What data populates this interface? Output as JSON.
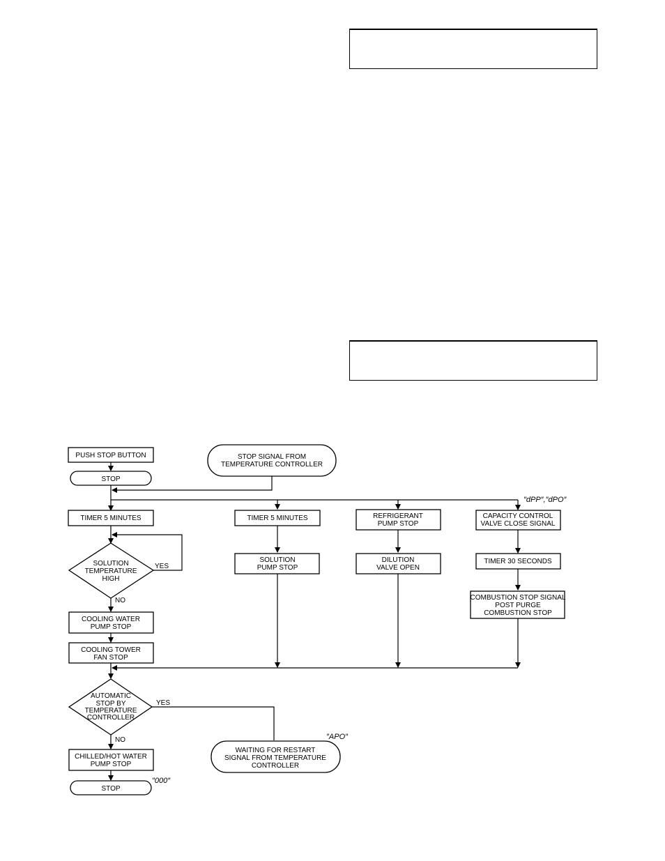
{
  "flowchart": {
    "nodes": {
      "push_stop": [
        "PUSH STOP BUTTON"
      ],
      "stop1": [
        "STOP"
      ],
      "stop_signal": [
        "STOP SIGNAL FROM",
        "TEMPERATURE CONTROLLER"
      ],
      "timer5_a": [
        "TIMER 5 MINUTES"
      ],
      "timer5_b": [
        "TIMER 5 MINUTES"
      ],
      "refrig_pump_stop": [
        "REFRIGERANT",
        "PUMP STOP"
      ],
      "capacity_valve": [
        "CAPACITY CONTROL",
        "VALVE CLOSE SIGNAL"
      ],
      "solution_temp": [
        "SOLUTION",
        "TEMPERATURE",
        "HIGH"
      ],
      "solution_pump_stop": [
        "SOLUTION",
        "PUMP STOP"
      ],
      "dilution_valve": [
        "DILUTION",
        "VALVE OPEN"
      ],
      "timer30": [
        "TIMER 30 SECONDS"
      ],
      "combustion": [
        "COMBUSTION STOP SIGNAL",
        "POST PURGE",
        "COMBUSTION STOP"
      ],
      "cooling_water_pump": [
        "COOLING WATER",
        "PUMP STOP"
      ],
      "cooling_tower_fan": [
        "COOLING TOWER",
        "FAN STOP"
      ],
      "auto_stop": [
        "AUTOMATIC",
        "STOP BY",
        "TEMPERATURE",
        "CONTROLLER"
      ],
      "chilled_hot_pump": [
        "CHILLED/HOT WATER",
        "PUMP STOP"
      ],
      "stop2": [
        "STOP"
      ],
      "waiting_restart": [
        "WAITING FOR RESTART",
        "SIGNAL FROM TEMPERATURE",
        "CONTROLLER"
      ]
    },
    "branch_labels": {
      "yes_solution": "YES",
      "no_solution": "NO",
      "yes_auto": "YES",
      "no_auto": "NO"
    },
    "codes": {
      "dpp_dpo": "″dPP″,″dPO″",
      "apo": "″APO″",
      "stop_code": "″000″"
    }
  }
}
